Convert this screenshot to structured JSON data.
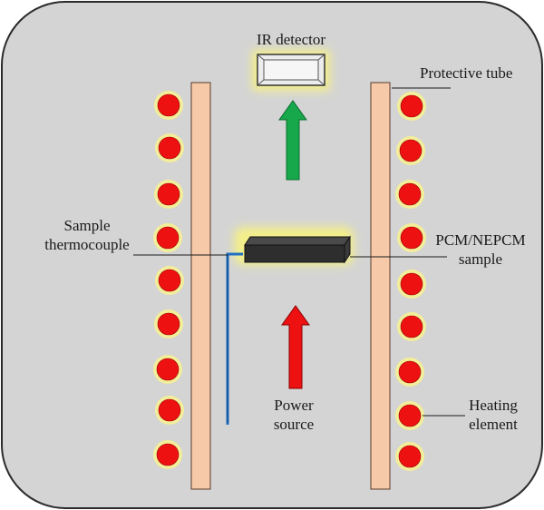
{
  "labels": {
    "ir_detector": "IR detector",
    "protective_tube": "Protective tube",
    "sample_thermocouple_line1": "Sample",
    "sample_thermocouple_line2": "thermocouple",
    "pcm_sample_line1": "PCM/NEPCM",
    "pcm_sample_line2": "sample",
    "power_source_line1": "Power",
    "power_source_line2": "source",
    "heating_element_line1": "Heating",
    "heating_element_line2": "element"
  },
  "colors": {
    "chamber_fill": "#d4d4d4",
    "chamber_stroke": "#2b2b2b",
    "heater_fill": "#ee1111",
    "heater_glow": "#f2ee9a",
    "tube_fill": "#f6c9a8",
    "tube_stroke": "#5a3a2a",
    "sample_fill": "#2e2e2e",
    "sample_glow": "#f3ef8a",
    "detector_fill": "#ececec",
    "detector_glow": "#f3ef8a",
    "thermocouple": "#1f6fc4",
    "arrow_up_green": "#16a84a",
    "arrow_up_red": "#ee1111"
  }
}
